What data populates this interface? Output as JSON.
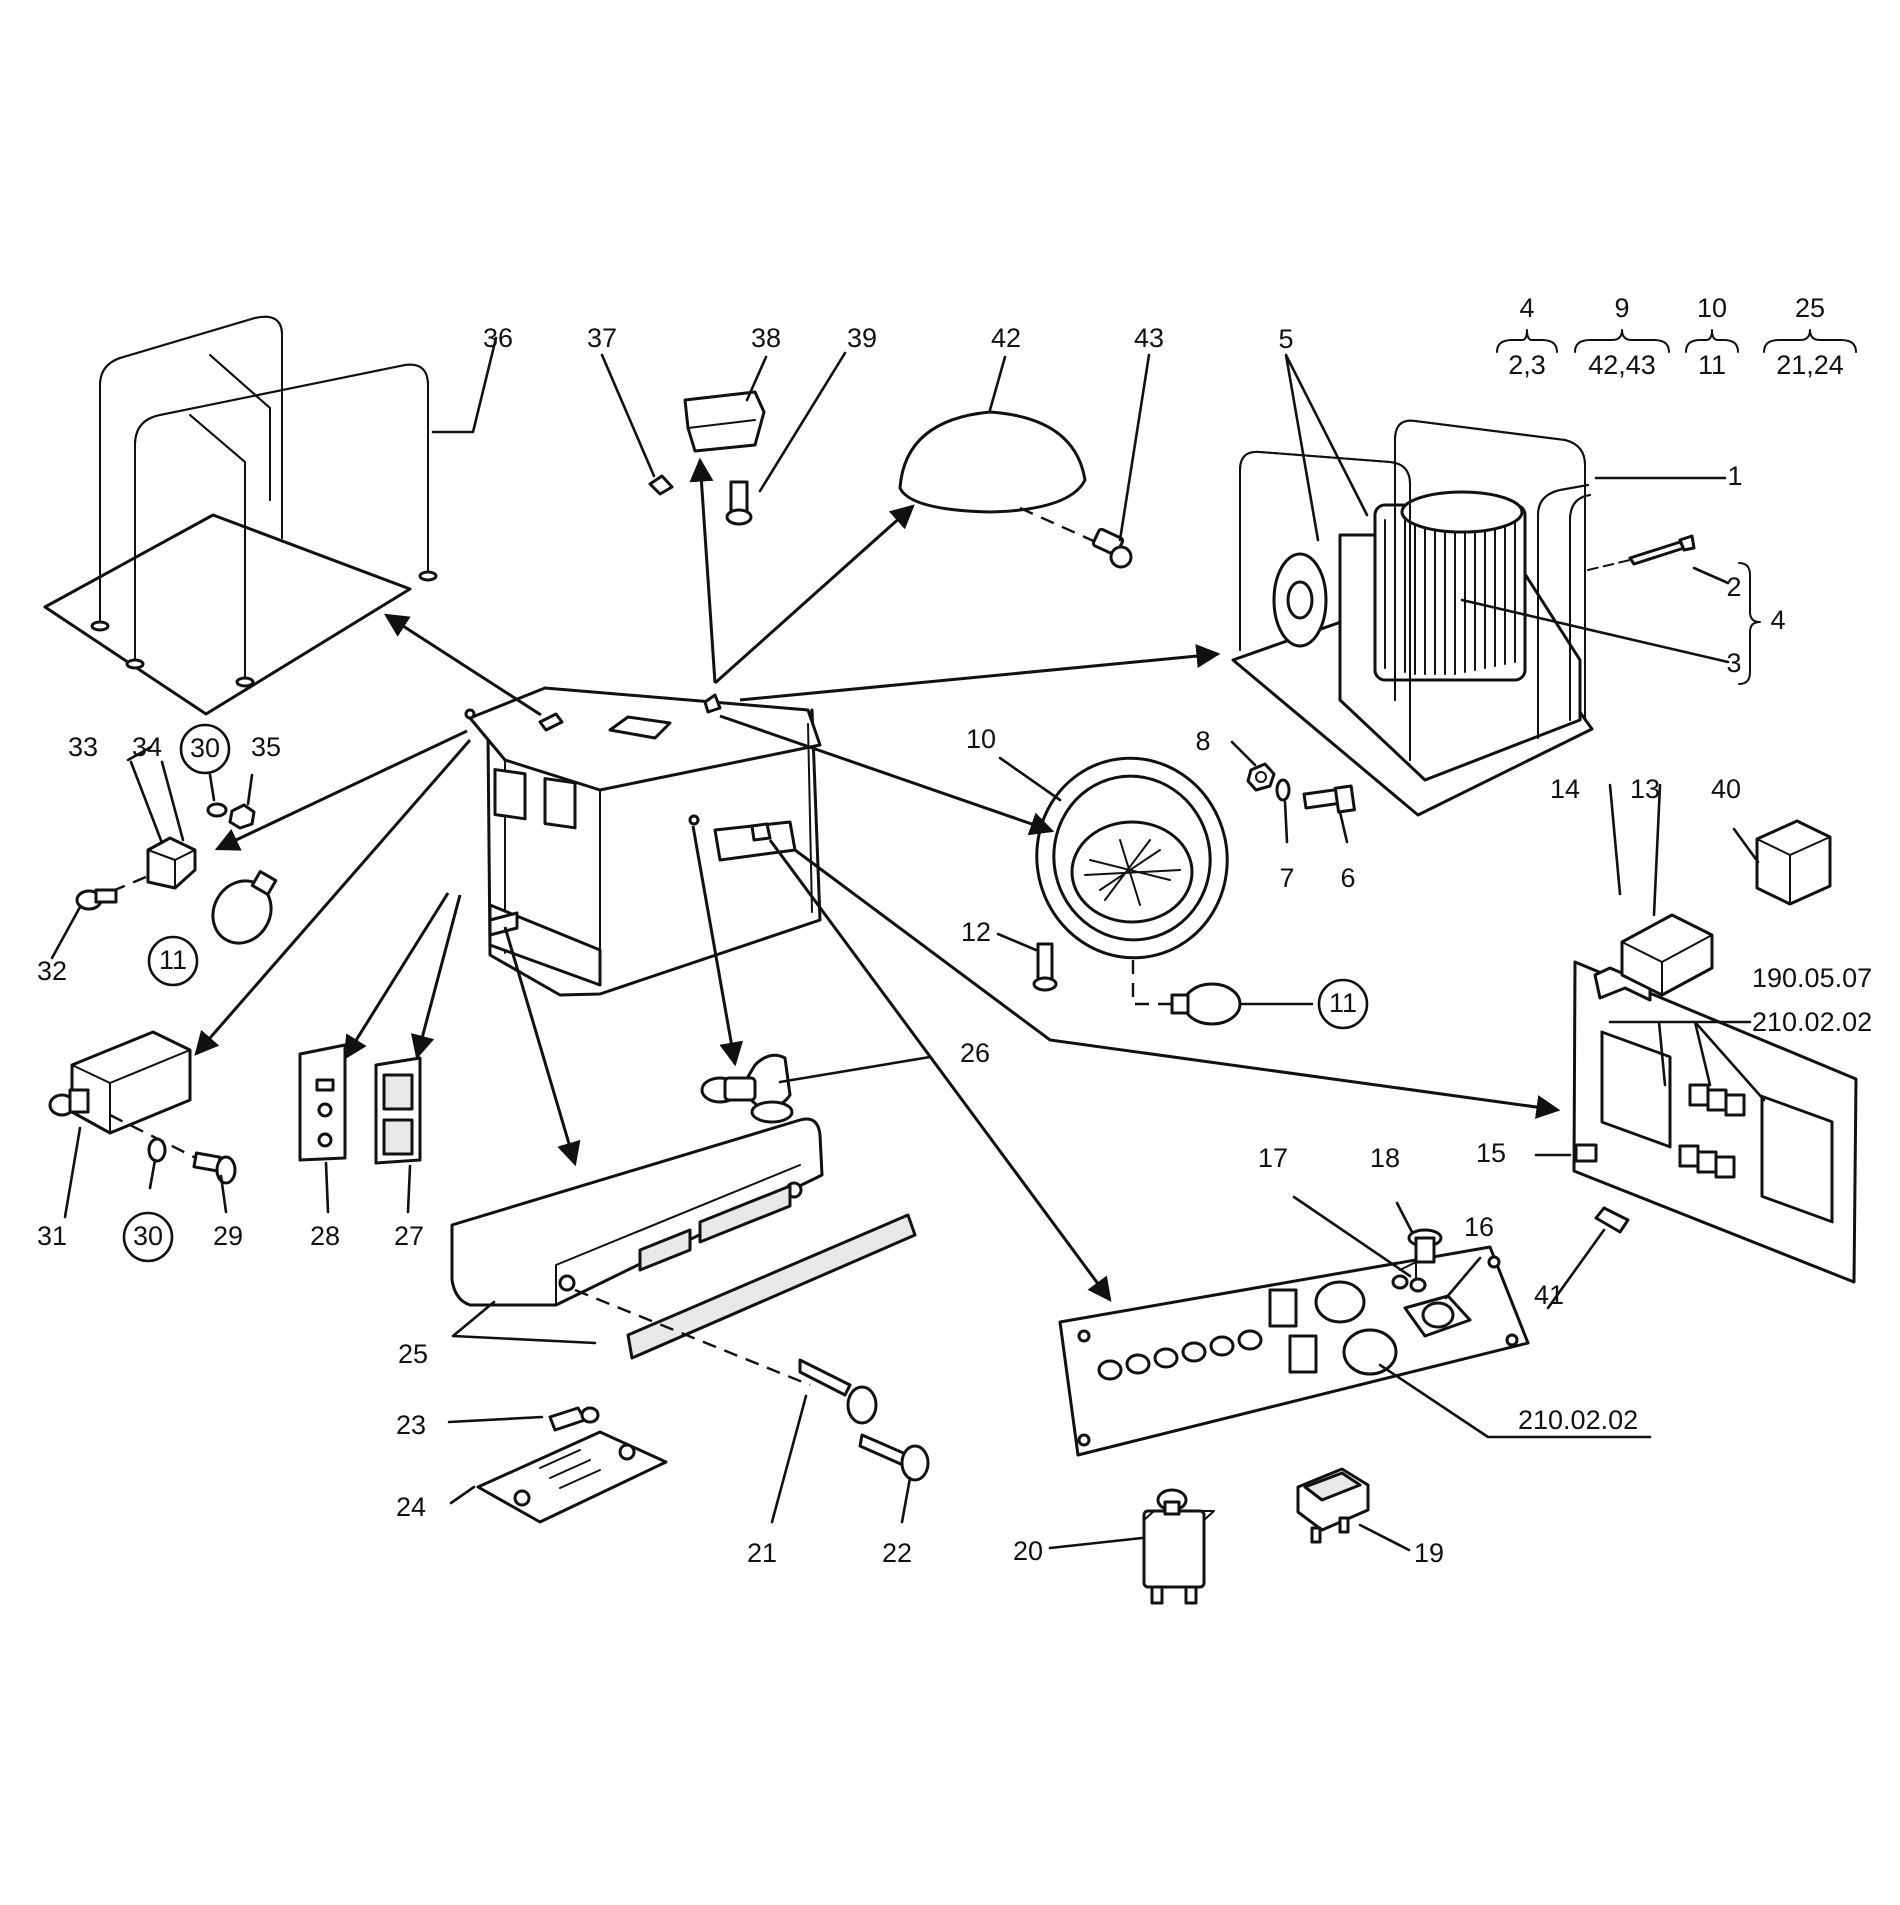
{
  "groups": [
    {
      "parent": "4",
      "children": "2,3"
    },
    {
      "parent": "9",
      "children": "42,43"
    },
    {
      "parent": "10",
      "children": "11"
    },
    {
      "parent": "25",
      "children": "21,24"
    }
  ],
  "labels": [
    "1",
    "2",
    "3",
    "4",
    "5",
    "6",
    "7",
    "8",
    "10",
    "11",
    "11",
    "12",
    "13",
    "14",
    "15",
    "16",
    "17",
    "18",
    "19",
    "20",
    "21",
    "22",
    "23",
    "24",
    "25",
    "26",
    "27",
    "28",
    "29",
    "30",
    "30",
    "31",
    "32",
    "33",
    "34",
    "35",
    "36",
    "37",
    "38",
    "39",
    "40",
    "41",
    "42",
    "43"
  ],
  "references": [
    "190.05.07",
    "210.02.02",
    "210.02.02"
  ]
}
